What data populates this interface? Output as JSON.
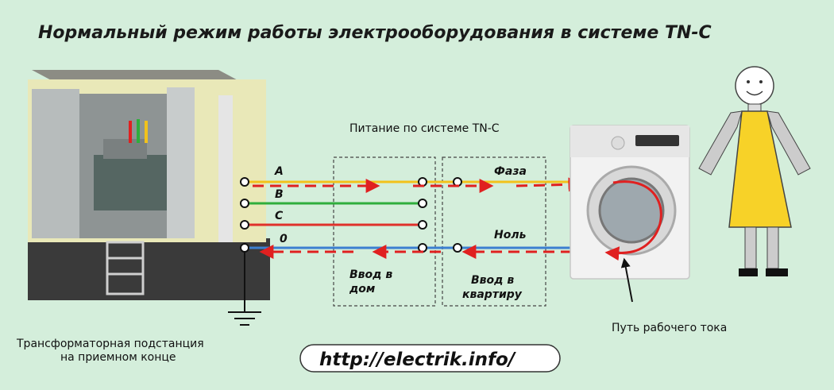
{
  "title": "Нормальный режим работы электрооборудования в системе TN-C",
  "supply_caption": "Питание по системе TN-C",
  "conductors": {
    "a": "A",
    "b": "B",
    "c": "C",
    "zero": "0"
  },
  "phase_label": "Фаза",
  "neutral_label": "Ноль",
  "house_entry": [
    "Ввод в",
    "дом"
  ],
  "apartment_entry": [
    "Ввод в",
    "квартиру"
  ],
  "current_path": "Путь рабочего тока",
  "substation_caption": [
    "Трансформаторная подстанция",
    "на приемном конце"
  ],
  "website": "http://electrik.info/",
  "colors": {
    "background": "#d4eedb",
    "phase_a": "#f2c21b",
    "phase_b": "#2fae3c",
    "phase_c": "#e0312b",
    "neutral": "#3b7fd0",
    "current_arrow": "#e02020",
    "person_dress": "#f7d228"
  }
}
